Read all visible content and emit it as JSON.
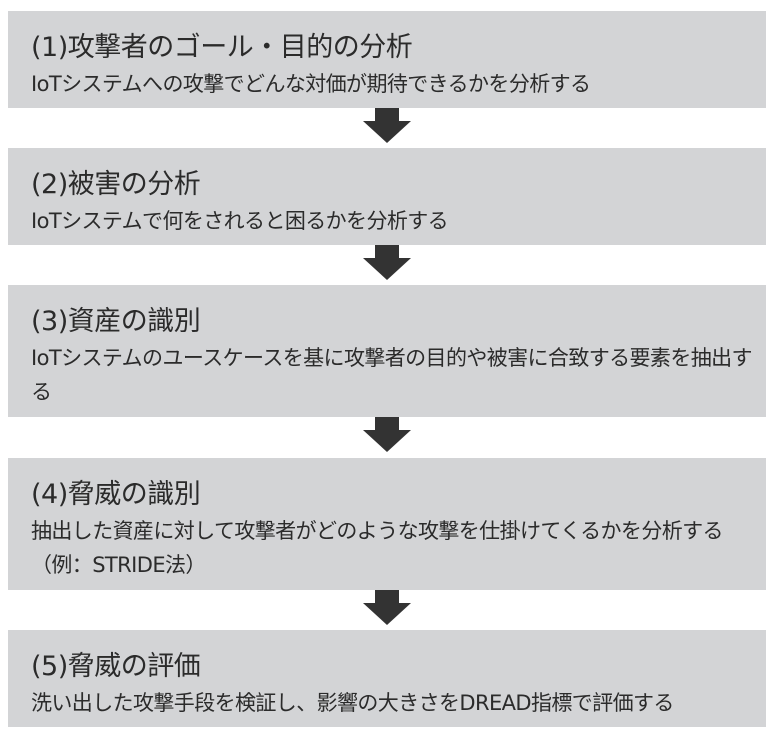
{
  "steps": [
    {
      "title": "(1)攻撃者のゴール・目的の分析",
      "description": "IoTシステムへの攻撃でどんな対価が期待できるかを分析する"
    },
    {
      "title": "(2)被害の分析",
      "description": "IoTシステムで何をされると困るかを分析する"
    },
    {
      "title": "(3)資産の識別",
      "description": "IoTシステムのユースケースを基に攻撃者の目的や被害に合致する要素を抽出する"
    },
    {
      "title": "(4)脅威の識別",
      "description": "抽出した資産に対して攻撃者がどのような攻撃を仕掛けてくるかを分析する（例：STRIDE法）"
    },
    {
      "title": "(5)脅威の評価",
      "description": "洗い出した攻撃手段を検証し、影響の大きさをDREAD指標で評価する"
    }
  ],
  "colors": {
    "box": "#d3d4d6",
    "arrow": "#333333",
    "text": "#2b2b2b"
  }
}
